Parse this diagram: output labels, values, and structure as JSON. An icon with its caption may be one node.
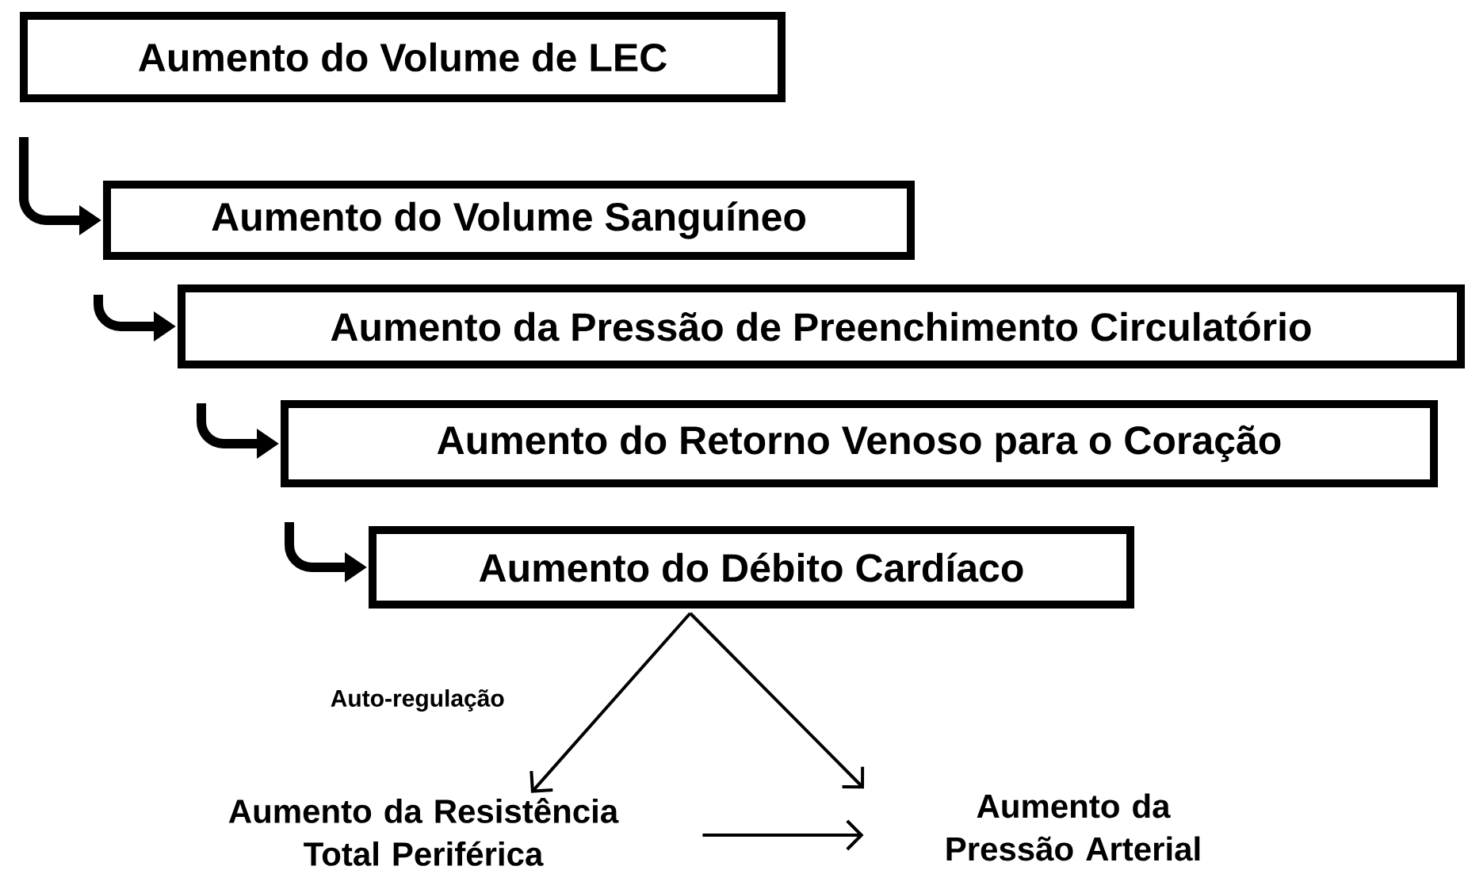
{
  "diagram": {
    "nodes": [
      {
        "text": [
          "Aumento do Volume de LEC"
        ]
      },
      {
        "text": [
          "Aumento do Volume Sanguíneo"
        ]
      },
      {
        "text": [
          "Aumento da Pressão de Preenchimento Circulatório"
        ]
      },
      {
        "text": [
          "Aumento do Retorno Venoso para o Coração"
        ]
      },
      {
        "text": [
          "Aumento do Débito Cardíaco"
        ]
      },
      {
        "text": [
          "Aumento da Resistência Total Periférica"
        ]
      },
      {
        "text": [
          "Aumento da Pressão Arterial"
        ]
      }
    ],
    "edges": [
      {
        "from": 0,
        "to": 1,
        "arrow": "to"
      },
      {
        "from": 1,
        "to": 2,
        "arrow": "to"
      },
      {
        "from": 2,
        "to": 3,
        "arrow": "to"
      },
      {
        "from": 3,
        "to": 4,
        "arrow": "to"
      },
      {
        "from": 4,
        "to": 5,
        "arrow": "to",
        "label": "Auto-regulação"
      },
      {
        "from": 4,
        "to": 6,
        "arrow": "to"
      },
      {
        "from": 5,
        "to": 6,
        "arrow": "to"
      }
    ]
  }
}
